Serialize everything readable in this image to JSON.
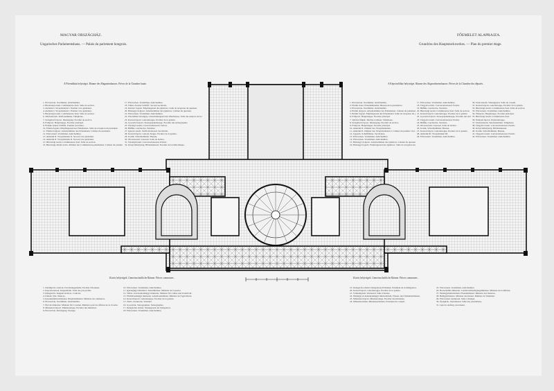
{
  "header_left": {
    "title": "MAGYAR ORSZÁGHÁZ.",
    "subtitle": "Ungarisches Parlamentshaus. — Palais du parlement hongrois."
  },
  "header_right": {
    "title": "FŐEMELET ALAPRAJZA.",
    "subtitle": "Grundriss des Hauptstockwerkes. — Plan du premier étage."
  },
  "captions": {
    "upper_house": "A Főrendiház helyiségei. Räume des Magnatenhauses. Pièces de la Chambre haute.",
    "lower_house": "A Képviselőház helyiségei. Räume des Abgeordnetenhauses. Pièces de la Chambre des députés.",
    "common_left": "Közös helyiségek. Gemeinschaftliche Räume. Pièces communes.",
    "common_right": "Közös helyiségek. Gemeinschaftliche Räume. Pièces communes."
  },
  "legend_upper_1": [
    "1. Előcsarnok. Vorzimmer. Antichambre.",
    "2. Bizottsági terem. Commissions-Saal. Salle de section.",
    "3. Alelnöki I. Vicepräsident I. Premier vice-président.",
    "4. Alelnöki I. Vicepräsident I. Premier vice-président.",
    "5. Bizottsági terem. Commissions-Saal. Salle de section.",
    "6. Telefonterem. Telefonzimmer. Téléphone.",
    "7. Szolgálati folyosó. Dienstgang. Escalier de service.",
    "8. Főlépcső. Haupttreppe. Escalier principal.",
    "9. Fiókák. Innere Schriftl. Premier secrétaire.",
    "10. Elnöki fogadó. Empfangssaal des Präsidenten. Salle de réception du président.",
    "11. Elnöki dolgozó. Arbeitszimmer des Präsidenten. Cabinet du président.",
    "12. Előcsarnok. Vorzimmer. Antichambre.",
    "13. Alelnöki II. Vicepräsident II. Second vice-président.",
    "14. Alelnöki II. Vicepräsident II. Second vice-président.",
    "15. Bizottsági terem. Commissions-Saal. Salle de section.",
    "16. Bizottsági elnöki szoba. Zimmer des Commissions-präsidenten. Cabinet du président des sections."
  ],
  "legend_upper_2": [
    "17. Előcsarnok. Vorzimmer. Antichambre.",
    "18. Titkár. Zweiter Schriftf. Second secrétaire.",
    "19. Kávézó fogadó. Empfangssaal des Quästors. Salle de réception du questeur.",
    "20. Háznagyi dolgozó. Arbeitszimmer des Quästors. Cabinet du questeur.",
    "21. Előcsarnok. Vorzimmer. Antichambre.",
    "22. Főrendiház társalgója. Unterhaltungsaal des Oberhauses. Salle des séances de la Chambre haute.",
    "23. Karzati lépcső. Galerietreppe. Escalier de la galerie.",
    "24. Gyorsírói lépcső. Stenographentreppe. Escalier des sténographes.",
    "25. Társalgó terem. Conversationssaal. Parloir.",
    "26. Büfféie. Gardarobe. Vestiaire.",
    "27. Igazoló terem. Verificationsraal. Secrétariat.",
    "28. Karzati lépcső. Galerie-Treppe. Escalier de la galerie.",
    "29. Irodák. Schreibzimmer. Bureau.",
    "30. Olvasóterem. Lesesaal. Salle de lecture.",
    "31. Társalgóterem. Conversationssaal. Parloir.",
    "32. Könyvtárhelyiség. Bibliotheksaal. Escalier de la bibliothèque."
  ],
  "legend_lower_1": [
    "1. Előcsarnok. Vorzimmer. Antichambre.",
    "2. Elnöki iroda. Präsidialkanzlei. Bureau de la présidence.",
    "3. Előcsarnok. Vorzimmer. Antichambre.",
    "4. Elnöki dolgozó. Arbeitszimmer des Präsidenten. Cabinet du président.",
    "5. Elnöki fogadó. Empfangssaal des Präsidenten. Salle de réception du président.",
    "6. Főlépcső. Haupttreppe. Escalier principal.",
    "7. Telefon fülkék. Telefon-Cabinen. Téléphone.",
    "8. Szolgálati folyosó. Dienstgang. Escalier de service.",
    "9. Főlépcső. Haupttreppe. Escalier principal.",
    "10. Alelnöki II. Zimmer des Vicepräsidenten.",
    "11. Alelnöki II. Zimmer des Vicepräsidenten I. Cabinet du premier vice-président.",
    "12. Jegyzők. Schriftführer. Secrétaires.",
    "13. Előcsarnok. Vorzimmer. Antichambre.",
    "14. Előcsarnok. Vorzimmer. Antichambre.",
    "15. Háznagyi dolgozó. Arbeitszimmer des Quästors. Cabinet du questeur.",
    "16. Háznagyi fogadó. Empfangssaal des Quästors. Salle de réception du questeur."
  ],
  "legend_lower_2": [
    "17. Előcsarnok. Vorzimmer. Antichambre.",
    "18. Tárgyaló terem. Conversationssaal. Parloir.",
    "19. Büfféie. Gardarobe. Vestiaire.",
    "20. Bizottsági terem. Commissions-Saal. Salle de section.",
    "21. Karzati lépcső. Galerietreppe. Escalier de la galerie.",
    "22. Gyorsírói lépcső. Stenographentreppe. Escalier des sténographes.",
    "23. Tárgyaló terem. Conversationssaal. Parloir.",
    "24. Büfféie. Gardarobe. Vestiaire.",
    "25. Olvasóterem. Lesesaal. Salle de lecture.",
    "26. Irodák. Schreibzimmer. Bureau.",
    "27. Karzati lépcső. Galerietreppe. Escalier de la galerie.",
    "28. Alelnöki III. Vicepräsident III.",
    "29. Előcsarnok. Vorzimmer. Antichambre."
  ],
  "legend_lower_3": [
    "30. Tanácsterem. Sitzungssaal. Salle du conseil.",
    "31. Karzati lépcső. Galerietreppe. Escalier de la galerie.",
    "32. Bizottsági terem. Commissions-Saal. Salle de section.",
    "33. Előcsarnok. Vorzimmer. Antichambre.",
    "34. Főlépcső. Haupttreppe. Escalier principal.",
    "35. Bizottsági terem. Commissions-Saal.",
    "36. Nemzeti lépcső. Nationaltreppe.",
    "37. Telefonterem. Telefonzimmer. Téléphone.",
    "38. Tárgyaló terem. Conversationssaal. Parloir.",
    "39. Könyvtárhelyiség. Bibliotheksaal.",
    "40. Irodák. Schreibzimmer. Bureau.",
    "41. Tárgyaló terem. Conversationssaal. Parloir.",
    "42. Előcsarnok. Vorzimmer. Antichambre."
  ],
  "legend_common_1": [
    "1. Diadlépcső-csarnok. Prachtstiegenhalle. Escalier d'honneur.",
    "2. Kupolacsarnok. Kuppelhalle. Salle des pas perdus.",
    "3. Delegációs. Kuppelcorridors. Couloirs.",
    "4. Ülések. Sitz. Séances.",
    "5. Kereskedelmi miniszter. Handelsminister. Ministre du commerce.",
    "6. Előcsarnok. Vorzimmer. Antichambre.",
    "7. Horvát miniszter. Minister für Croatien. Ministre pour les affaires de la Croatie.",
    "8. Miniszteri lépcső. Ministerstiege. Escalier des ministres.",
    "9. Előcsarnok. Durchgang. Passage."
  ],
  "legend_common_2": [
    "10. Előcsarnok. Vorzimmer. Antichambre.",
    "11. Igazságügyi miniszter. Justizminister. Ministre de la justice.",
    "12. Vallás- és közoktatásügyi miniszter. Minister für Cultus und Unterricht.",
    "13. Földmívelésügyi miniszter. Ackerbauminister. Ministre de l'agriculture.",
    "14. Kerezd lépcső. Galerietreppe. Escalier de la galerie.",
    "15. Zárda. Zarderobe. Vestiaire.",
    "16. Gyorsírók. Stenographen. Sténographes.",
    "17. Delegációk termei. Sitzungssaal der Delegation.",
    "18. Előcsarnok. Vorzimmer. Antichambre."
  ],
  "legend_common_3": [
    "19. Delegációs elnöki. Delegations-Präsident. Président de la Délégation.",
    "20. Karzati lépcső. Galerietreppe. Escalier de la galerie.",
    "21. Vámtemplom. Wartesaal. Salle d'attente.",
    "22. Pénzügyi és közlekedésügyi minisztérium. Finanz- und Verkehrsminister.",
    "23. Miniszteri lépcső. Ministerstiege. Escalier des ministres.",
    "24. Miniszterelnöki. Ministerpräsident. Président du conseil."
  ],
  "legend_common_4": [
    "25. Előcsarnok. Vorzimmer. Antichambre.",
    "26. Honvédelmi miniszter. Landesvertheidigungsminister. Ministre de la défense.",
    "27. Pénzügyminisztérium. Finanzminister. Ministre des finances.",
    "28. Belügyminiszter. Minister des Innern. Ministre de l'intérieur.",
    "29. Előcsarnok. Spinnsaal. Salle à manger.",
    "30. Újságírók. Journalisten. Salle des journalistes.",
    "31. Lépcső. Aufzug. Ascenseur."
  ]
}
